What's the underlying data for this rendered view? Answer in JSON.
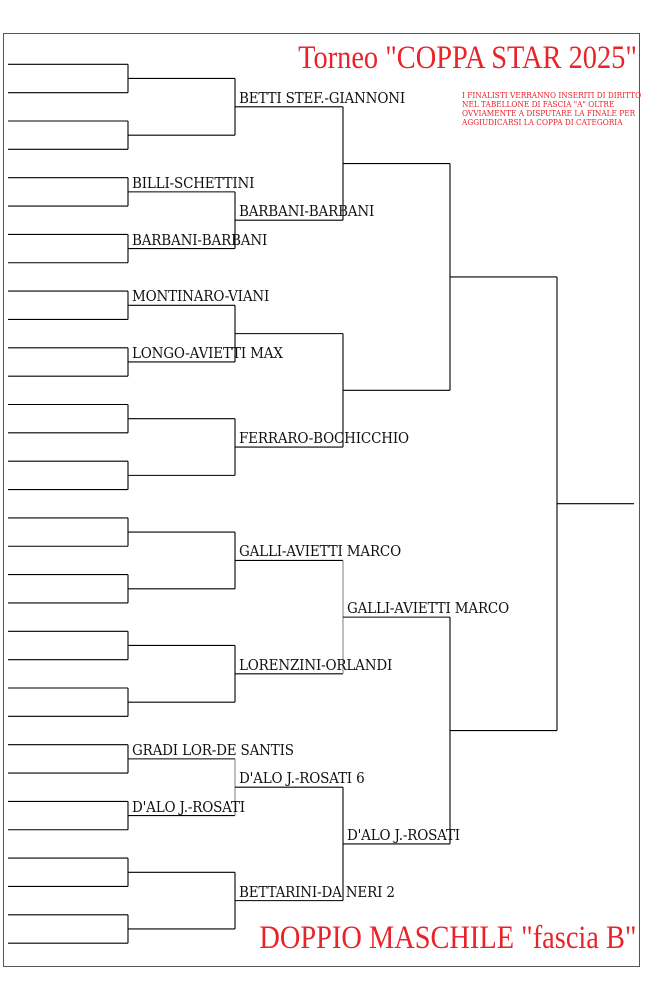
{
  "title": "Torneo \"COPPA STAR 2025\"",
  "subtitle": "DOPPIO MASCHILE \"fascia B\"",
  "note_lines": [
    "I FINALISTI VERRANNO INSERITI DI DIRITTO",
    "NEL TABELLONE DI FASCIA \"A\" OLTRE",
    "OVVIAMENTE A DISPUTARE LA FINALE PER",
    "AGGIUDICARSI LA COPPA DI CATEGORIA"
  ],
  "round1": [
    "",
    "",
    "",
    "",
    "",
    "",
    "",
    "",
    "",
    "",
    "",
    "",
    "",
    "",
    "",
    "",
    "",
    "",
    "",
    "",
    "",
    "",
    "",
    "",
    "",
    "",
    "",
    "",
    "",
    "",
    "",
    ""
  ],
  "round2": [
    "",
    "",
    "BILLI-SCHETTINI",
    "BARBANI-BARBANI",
    "MONTINARO-VIANI",
    "LONGO-AVIETTI MAX",
    "",
    "",
    "",
    "",
    "",
    "",
    "GRADI LOR-DE SANTIS",
    "D'ALO J.-ROSATI",
    "",
    ""
  ],
  "round3": [
    "BETTI STEF.-GIANNONI",
    "BARBANI-BARBANI",
    "",
    "FERRARO-BOCHICCHIO",
    "GALLI-AVIETTI MARCO",
    "LORENZINI-ORLANDI",
    "D'ALO J.-ROSATI  6",
    "BETTARINI-DA NERI  2"
  ],
  "round4": [
    "",
    "",
    "GALLI-AVIETTI MARCO",
    "D'ALO J.-ROSATI"
  ],
  "round5": [
    "",
    ""
  ],
  "final": [
    ""
  ],
  "colors": {
    "title": "#e8232a",
    "line": "#000000",
    "line_light": "#888888"
  }
}
